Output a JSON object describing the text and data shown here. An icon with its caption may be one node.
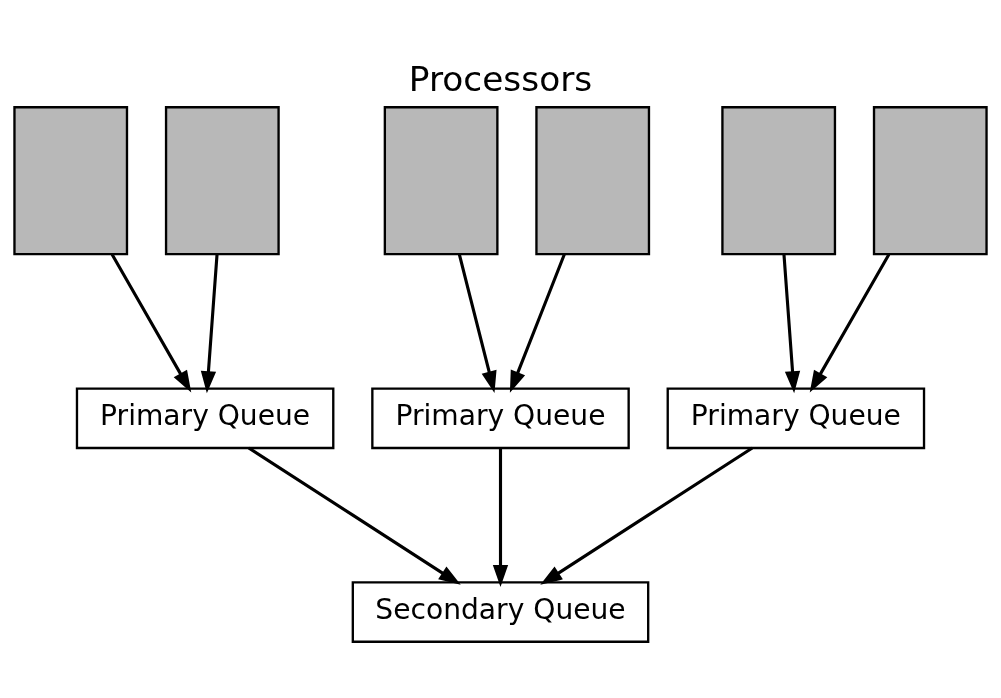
{
  "diagram": {
    "title": "Processors",
    "nodes": [
      {
        "text": [],
        "shape": "box"
      },
      {
        "text": [],
        "shape": "box"
      },
      {
        "text": [],
        "shape": "box"
      },
      {
        "text": [],
        "shape": "box"
      },
      {
        "text": [],
        "shape": "box"
      },
      {
        "text": [],
        "shape": "box"
      },
      {
        "text": [
          "Primary Queue"
        ]
      },
      {
        "text": [
          "Primary Queue"
        ]
      },
      {
        "text": [
          "Primary Queue"
        ]
      },
      {
        "text": [
          "Secondary Queue"
        ]
      }
    ],
    "edges": [
      {
        "from": 0,
        "to": 6,
        "arrow": "to"
      },
      {
        "from": 1,
        "to": 6,
        "arrow": "to"
      },
      {
        "from": 2,
        "to": 7,
        "arrow": "to"
      },
      {
        "from": 3,
        "to": 7,
        "arrow": "to"
      },
      {
        "from": 4,
        "to": 8,
        "arrow": "to"
      },
      {
        "from": 5,
        "to": 8,
        "arrow": "to"
      },
      {
        "from": 6,
        "to": 9,
        "arrow": "to"
      },
      {
        "from": 7,
        "to": 9,
        "arrow": "to"
      },
      {
        "from": 8,
        "to": 9,
        "arrow": "to"
      }
    ]
  }
}
